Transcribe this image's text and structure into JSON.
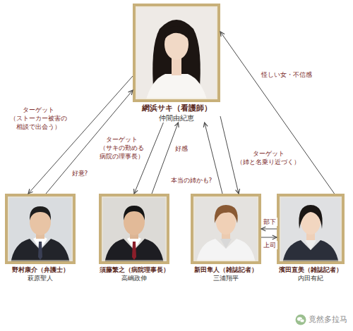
{
  "diagram": {
    "nodes": [
      {
        "text": [
          "網浜サキ（看護師）",
          "仲間由紀恵"
        ]
      },
      {
        "text": [
          "野村康介（弁護士）",
          "萩原聖人"
        ]
      },
      {
        "text": [
          "須藤繁之（病院理事長）",
          "高嶋政伸"
        ]
      },
      {
        "text": [
          "新田隼人（雑誌記者）",
          "三浦翔平"
        ]
      },
      {
        "text": [
          "濱田直美（雑誌記者）",
          "内田有紀"
        ]
      }
    ],
    "edges": [
      {
        "from": 0,
        "to": 1,
        "label": "ターゲット （ストーカー被害の 相談で出会う）",
        "arrow": "to"
      },
      {
        "from": 1,
        "to": 0,
        "label": "好意?",
        "arrow": "to"
      },
      {
        "from": 0,
        "to": 2,
        "label": "ターゲット （サキの勤める 病院の理事長）",
        "arrow": "to"
      },
      {
        "from": 2,
        "to": 0,
        "label": "好感",
        "arrow": "to"
      },
      {
        "from": 3,
        "to": 0,
        "label": "本当の姉かも?",
        "arrow": "to"
      },
      {
        "from": 0,
        "to": 3,
        "label": "ターゲット （姉と名乗り近づく）",
        "arrow": "to"
      },
      {
        "from": 4,
        "to": 0,
        "label": "怪しい女・不信感",
        "arrow": "to"
      },
      {
        "from": 4,
        "to": 3,
        "label": "部下",
        "arrow": "to"
      },
      {
        "from": 3,
        "to": 4,
        "label": "上司",
        "arrow": "to"
      }
    ],
    "labels": [
      "竟然多拉马"
    ]
  }
}
